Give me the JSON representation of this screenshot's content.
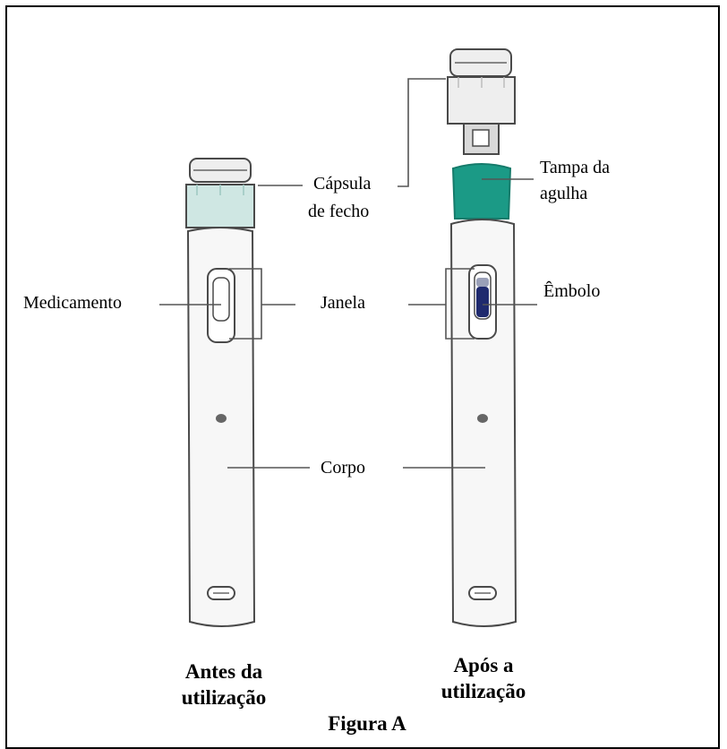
{
  "labels": {
    "capsula_line1": "Cápsula",
    "capsula_line2": "de fecho",
    "tampa_line1": "Tampa da",
    "tampa_line2": "agulha",
    "medicamento": "Medicamento",
    "janela": "Janela",
    "embolo": "Êmbolo",
    "corpo": "Corpo"
  },
  "captions": {
    "before_line1": "Antes da",
    "before_line2": "utilização",
    "after_line1": "Após a",
    "after_line2": "utilização",
    "figure_title": "Figura A"
  },
  "colors": {
    "cap_tint": "#cfe7e3",
    "needle_cover": "#1b9a86",
    "plunger": "#1f2a6e",
    "outline": "#4a4a4a",
    "body_fill": "#f7f7f7"
  }
}
